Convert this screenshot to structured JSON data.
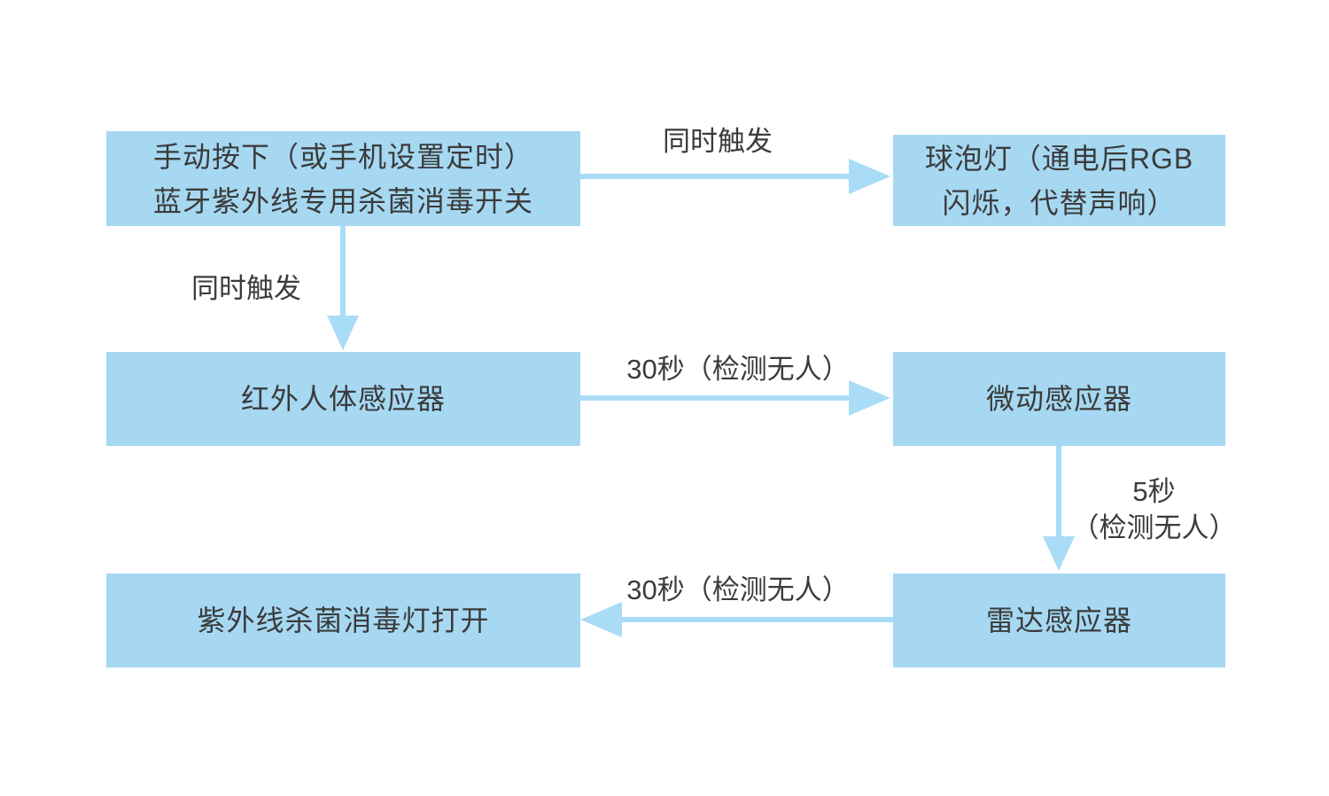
{
  "diagram": {
    "title": "uv-disinfection-flowchart",
    "colors": {
      "box_fill": "#a6d8f2",
      "arrow": "#a9ddf7",
      "text": "#3b3b3b",
      "background": "#ffffff"
    },
    "nodes": [
      {
        "id": "bluetooth-switch",
        "lines": [
          "手动按下（或手机设置定时）",
          "蓝牙紫外线专用杀菌消毒开关"
        ]
      },
      {
        "id": "bulb-light",
        "lines": [
          "球泡灯（通电后RGB",
          "闪烁，代替声响）"
        ]
      },
      {
        "id": "infrared-sensor",
        "lines": [
          "红外人体感应器"
        ]
      },
      {
        "id": "micro-motion-sensor",
        "lines": [
          "微动感应器"
        ]
      },
      {
        "id": "uv-lamp-on",
        "lines": [
          "紫外线杀菌消毒灯打开"
        ]
      },
      {
        "id": "radar-sensor",
        "lines": [
          "雷达感应器"
        ]
      }
    ],
    "edges": [
      {
        "from": "bluetooth-switch",
        "to": "bulb-light",
        "direction": "right",
        "label": "同时触发"
      },
      {
        "from": "bluetooth-switch",
        "to": "infrared-sensor",
        "direction": "down",
        "label": "同时触发"
      },
      {
        "from": "infrared-sensor",
        "to": "micro-motion-sensor",
        "direction": "right",
        "label": "30秒（检测无人）"
      },
      {
        "from": "micro-motion-sensor",
        "to": "radar-sensor",
        "direction": "down",
        "label_lines": [
          "5秒",
          "（检测无人）"
        ]
      },
      {
        "from": "radar-sensor",
        "to": "uv-lamp-on",
        "direction": "left",
        "label": "30秒（检测无人）"
      }
    ]
  }
}
